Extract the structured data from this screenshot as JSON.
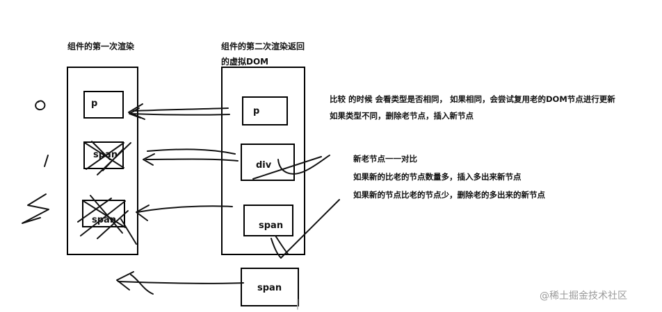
{
  "headings": {
    "first_render": "组件的第一次渲染",
    "second_render_line1": "组件的第二次渲染返回",
    "second_render_line2": "的虚拟DOM"
  },
  "left_column": {
    "nodes": [
      "p",
      "span",
      "span"
    ]
  },
  "right_column": {
    "nodes": [
      "p",
      "div",
      "span"
    ]
  },
  "extra_node": "span",
  "notes_top": [
    "比较 的时候 会看类型是否相同， 如果相同，会尝试复用老的DOM节点进行更新",
    "如果类型不同，删除老节点，插入新节点"
  ],
  "notes_bottom": [
    "新老节点一一对比",
    "如果新的比老的节点数量多，插入多出来新节点",
    "如果新的节点比老的节点少，删除老的多出来的新节点"
  ],
  "watermark": "@稀土掘金技术社区"
}
